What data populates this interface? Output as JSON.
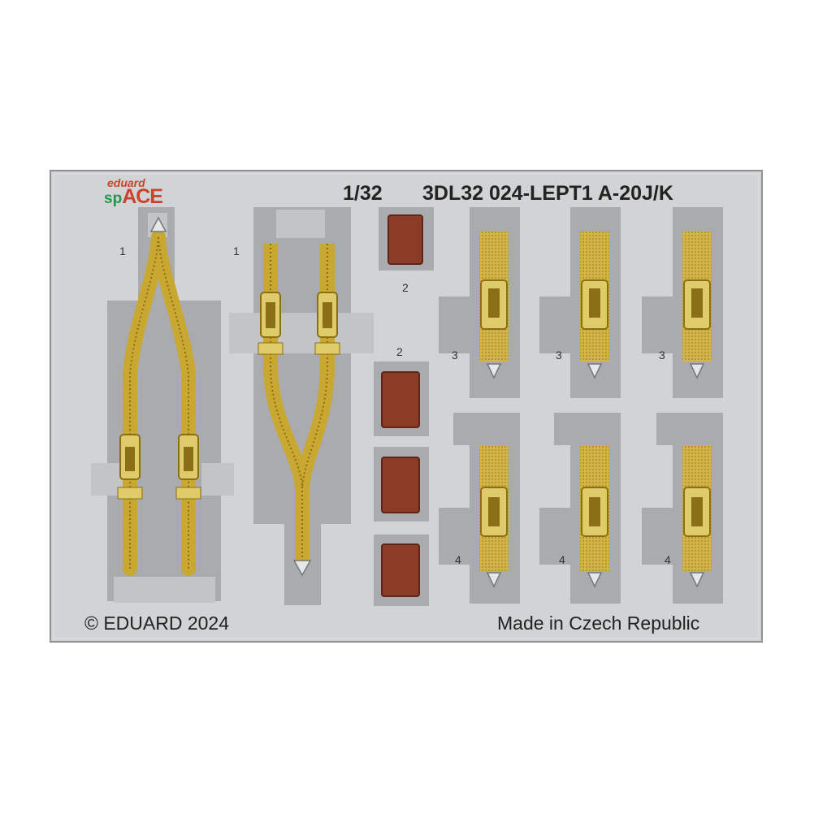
{
  "brand": {
    "logo_top": "eduard",
    "logo_bottom_prefix": "sp",
    "logo_bottom_main": "ACE",
    "logo_colors": {
      "red": "#c8442e",
      "green": "#1f9a4a"
    }
  },
  "header": {
    "scale": "1/32",
    "product": "3DL32 024-LEPT1 A-20J/K"
  },
  "footer": {
    "copyright": "© EDUARD 2024",
    "origin": "Made in Czech Republic"
  },
  "part_labels": [
    "1",
    "1",
    "2",
    "2",
    "3",
    "3",
    "3",
    "4",
    "4",
    "4"
  ],
  "colors": {
    "fret": "#d1d3d5",
    "fret_shadow": "#b8babd",
    "recess": "#a9abae",
    "belt": "#c9a832",
    "belt_light": "#e0cb6a",
    "belt_stitch": "#8a6f16",
    "pad": "#8c3c26",
    "pad_edge": "#5f2617"
  }
}
